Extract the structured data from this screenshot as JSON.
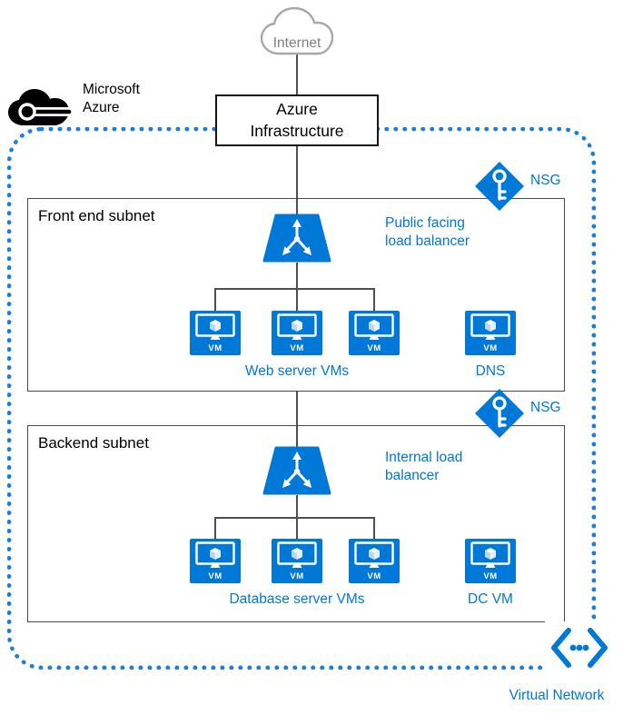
{
  "internet": {
    "label": "Internet"
  },
  "azure_infrastructure": {
    "label": "Azure Infrastructure"
  },
  "microsoft_azure": {
    "label": "Microsoft Azure"
  },
  "front_end_subnet": {
    "title": "Front end subnet",
    "nsg_label": "NSG",
    "load_balancer_label": "Public facing load balancer",
    "vm_group_label": "Web server VMs",
    "standalone_vm_label": "DNS"
  },
  "backend_subnet": {
    "title": "Backend subnet",
    "nsg_label": "NSG",
    "load_balancer_label": "Internal load balancer",
    "vm_group_label": "Database server VMs",
    "standalone_vm_label": "DC VM"
  },
  "virtual_network": {
    "label": "Virtual Network"
  },
  "vm_badge": "VM",
  "icons": {
    "internet": "cloud-outline-icon",
    "microsoft_azure": "azure-black-cloud-icon",
    "load_balancer": "load-balancer-trapezoid-icon",
    "vm": "virtual-machine-monitor-icon",
    "nsg": "network-security-group-key-diamond-icon",
    "virtual_network": "virtual-network-chevrons-dots-icon"
  },
  "colors": {
    "azure_blue": "#0078D7",
    "boundary_dot_blue": "#1B7ED8",
    "connector_gray": "#4F4F4F",
    "cloud_outline_gray": "#A8A8A8",
    "internet_text_gray": "#808080",
    "black_text": "#000000"
  }
}
